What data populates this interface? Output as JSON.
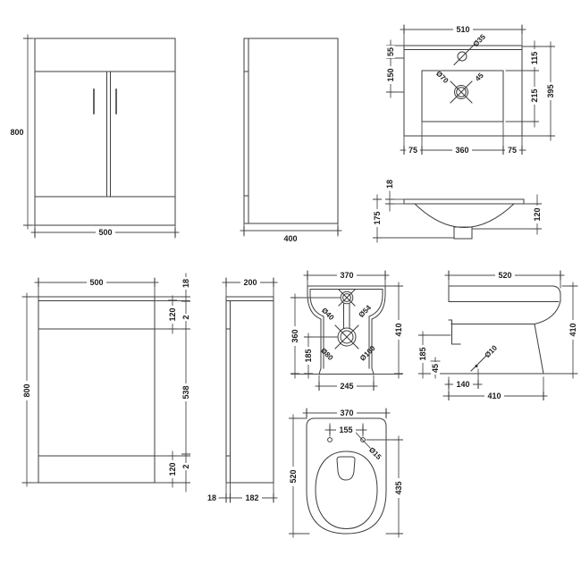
{
  "drawing": {
    "title": "bathroom-furniture-technical-drawing",
    "background": "#ffffff",
    "line_color": "#3d3d3d",
    "views": {
      "vanity_front": {
        "height": "800",
        "width": "500"
      },
      "vanity_side": {
        "depth": "400"
      },
      "basin_top": {
        "width": "510",
        "tap_hole": "Ø35",
        "tap_offset": "55",
        "tap_to_waste": "150",
        "rim_to_bowl": "115",
        "bowl_depth": "215",
        "depth": "395",
        "waste_hole": "Ø70",
        "waste_note": "45",
        "margin_left": "75",
        "bowl_width": "360",
        "margin_right": "75"
      },
      "basin_section": {
        "rim_thickness": "18",
        "total_depth": "175",
        "bowl_depth": "120"
      },
      "wc_front": {
        "width": "500",
        "height": "800",
        "top_panel": "18",
        "upper_panel": "120",
        "gap_top": "2",
        "door": "538",
        "gap_bottom": "2",
        "plinth": "120"
      },
      "wc_side": {
        "depth": "200",
        "front_panel": "18",
        "body_depth": "182"
      },
      "pan_back": {
        "width": "370",
        "inlet_small": "Ø40",
        "inlet_large": "Ø54",
        "outlet_small": "Ø80",
        "outlet_large": "Ø100",
        "inlet_height": "360",
        "outlet_height": "185",
        "height": "410",
        "base_width": "245"
      },
      "pan_side": {
        "depth": "520",
        "height": "410",
        "fixing_height": "185",
        "hole_height": "45",
        "fixing_hole": "Ø10",
        "hole_inset": "140",
        "base_depth": "410"
      },
      "pan_top": {
        "width": "370",
        "hinge_centres": "155",
        "hinge_hole": "Ø15",
        "depth": "520",
        "seat_depth": "435"
      }
    }
  }
}
